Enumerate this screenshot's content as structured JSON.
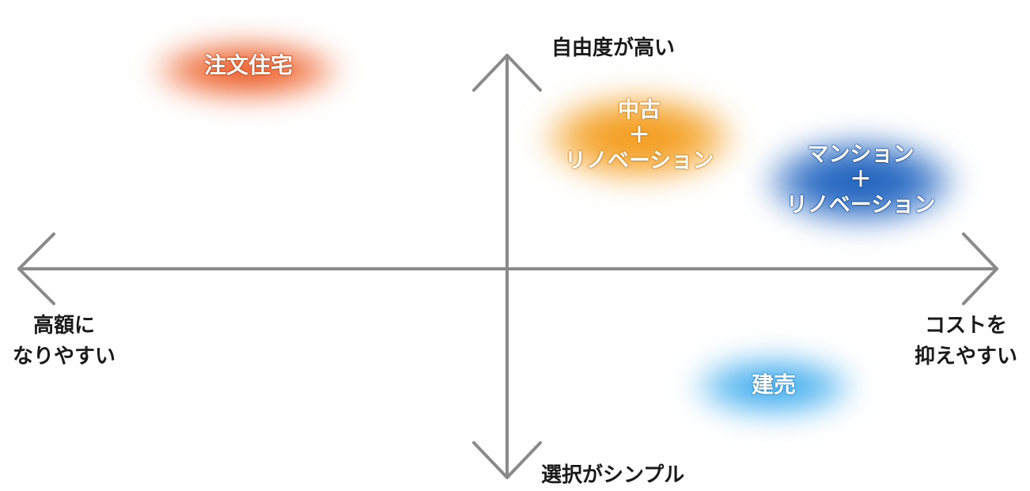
{
  "axes": {
    "top_label": "自由度が高い",
    "bottom_label": "選択がシンプル",
    "left_label": [
      "高額に",
      "なりやすい"
    ],
    "right_label": [
      "コストを",
      "抑えやすい"
    ],
    "line_color": "#8a8a8a"
  },
  "items": {
    "custom_home": {
      "lines": [
        "注文住宅"
      ],
      "color": "#e8501e",
      "text_stroke": "#b83a10"
    },
    "used_renovation": {
      "lines": [
        "中古",
        "＋",
        "リノベーション"
      ],
      "color": "#f29a1a",
      "text_stroke": "#c97406"
    },
    "mansion_renovation": {
      "lines": [
        "マンション",
        "＋",
        "リノベーション"
      ],
      "color": "#1e5fb8",
      "text_stroke": "#134a94"
    },
    "ready_built": {
      "lines": [
        "建売"
      ],
      "color": "#3aa9ee",
      "text_stroke": "#1a86cc"
    }
  }
}
